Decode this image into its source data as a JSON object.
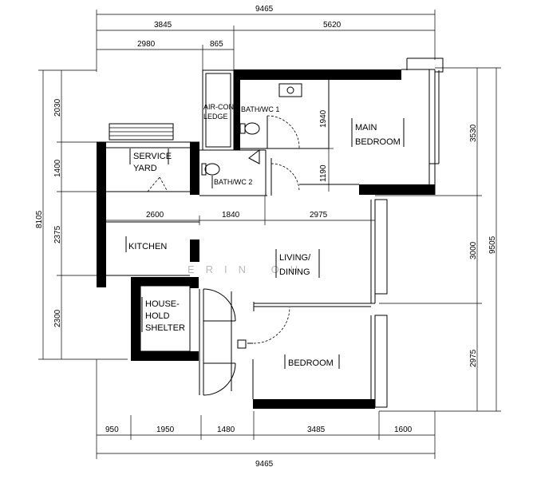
{
  "dimensions": {
    "top_total": "9465",
    "top_left": "3845",
    "top_right": "5620",
    "top_sub_a": "2980",
    "top_sub_b": "865",
    "bottom_total": "9465",
    "bottom_a": "950",
    "bottom_b": "1950",
    "bottom_c": "1480",
    "bottom_d": "3485",
    "bottom_e": "1600",
    "left_total": "8105",
    "left_a": "2030",
    "left_b": "1400",
    "left_c": "2375",
    "left_d": "2300",
    "right_total": "9505",
    "right_a": "3530",
    "right_b": "3000",
    "right_c": "2975",
    "inner_1940": "1940",
    "inner_1190": "1190",
    "row_2600": "2600",
    "row_1840": "1840",
    "row_2975": "2975"
  },
  "rooms": {
    "main_bedroom_1": "MAIN",
    "main_bedroom_2": "BEDROOM",
    "bath1": "BATH/WC 1",
    "aircon_1": "AIR-CON",
    "aircon_2": "LEDGE",
    "service_1": "SERVICE",
    "service_2": "YARD",
    "bath2": "BATH/WC 2",
    "kitchen": "KITCHEN",
    "living_1": "LIVING/",
    "living_2": "DINING",
    "shelter_1": "HOUSE-",
    "shelter_2": "HOLD",
    "shelter_3": "SHELTER",
    "bedroom": "BEDROOM"
  },
  "watermark": "ERIN OH"
}
